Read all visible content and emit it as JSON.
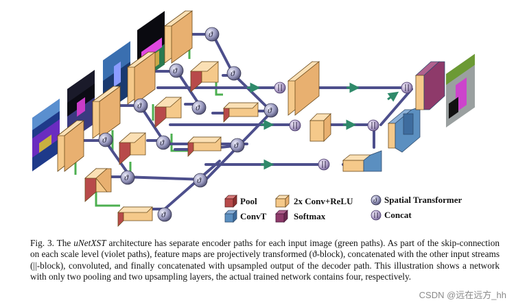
{
  "colors": {
    "encoder_block": "#f5c98a",
    "pool_block": "#b84a4a",
    "convt_block": "#5b8fc0",
    "softmax_block": "#8e3a6a",
    "skip_path": "#4d4f8c",
    "encoder_path": "#4caf50",
    "node": "#8a8aaa"
  },
  "legend": {
    "pool": "Pool",
    "conv": "2x Conv+ReLU",
    "spatial_transformer": "Spatial Transformer",
    "convt": "ConvT",
    "softmax": "Softmax",
    "concat": "Concat"
  },
  "node_symbols": {
    "transformer": "ϑ"
  },
  "caption": {
    "fig_label": "Fig. 3. The ",
    "arch_name": "uNetXST",
    "body": " architecture has separate encoder paths for each input image (green paths). As part of the skip-connection on each scale level (violet paths), feature maps are projectively transformed (ϑ-block), concatenated with the other input streams (||-block), convoluted, and finally concatenated with upsampled output of the decoder path. This illustration shows a network with only two pooling and two upsampling layers, the actual trained network contains four, respectively."
  },
  "watermark": "CSDN @远在远方_hh"
}
